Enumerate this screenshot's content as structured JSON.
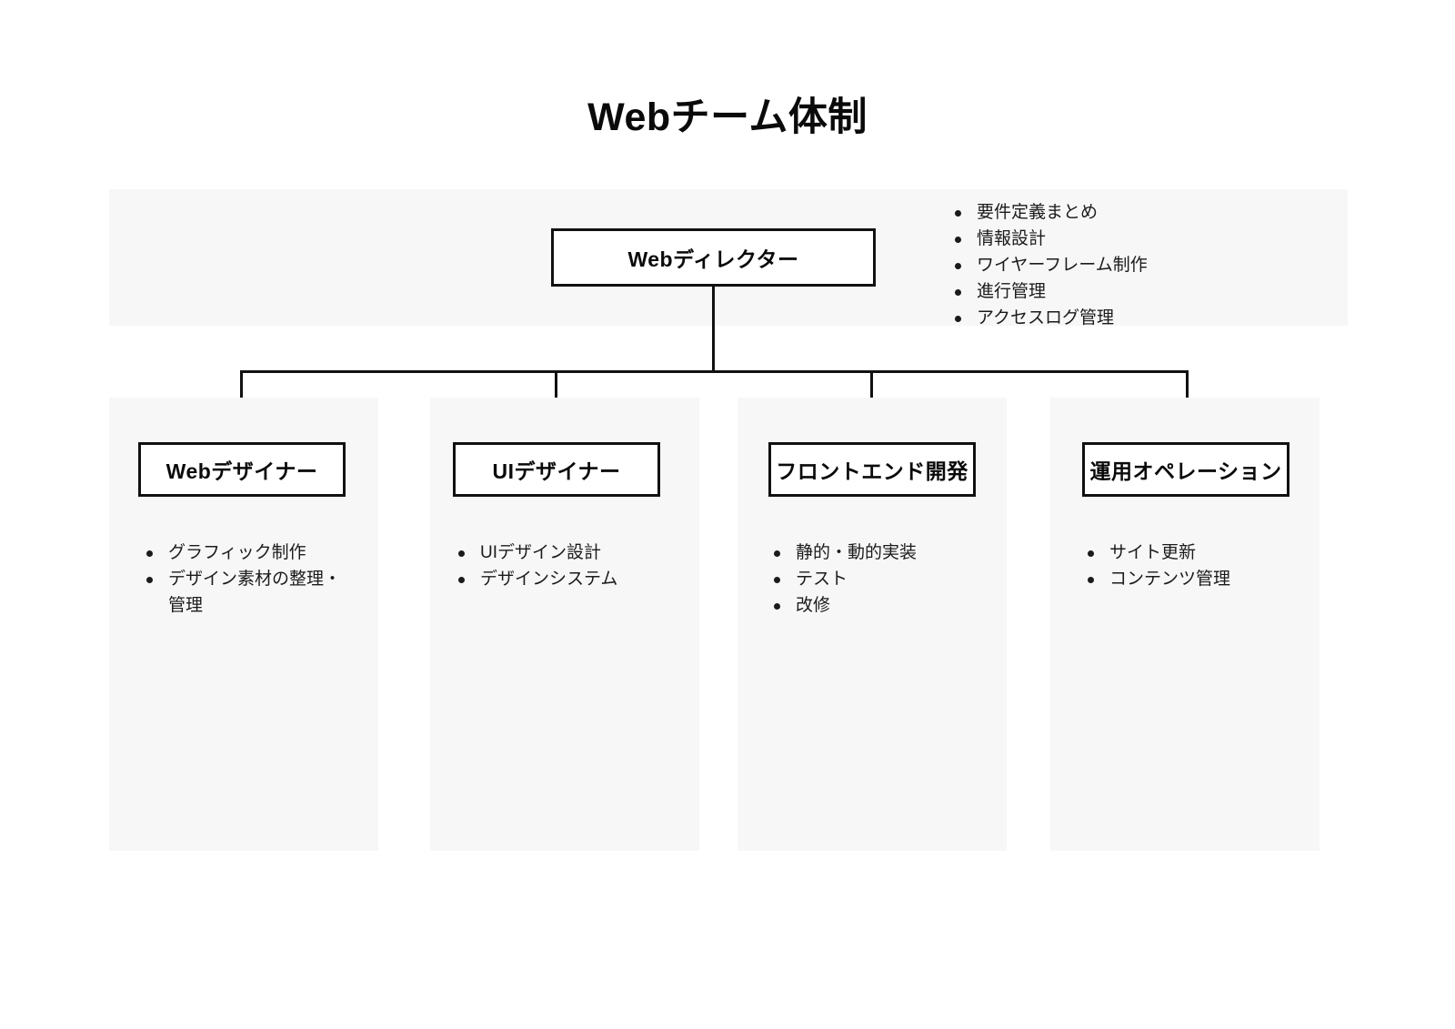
{
  "title": "Webチーム体制",
  "colors": {
    "panel_background": "#f7f7f7",
    "page_background": "#ffffff",
    "box_border": "#111111",
    "text": "#0f0f0f"
  },
  "root": {
    "label": "Webディレクター",
    "responsibilities": [
      "要件定義まとめ",
      "情報設計",
      "ワイヤーフレーム制作",
      "進行管理",
      "アクセスログ管理"
    ]
  },
  "children": [
    {
      "label": "Webデザイナー",
      "responsibilities": [
        "グラフィック制作",
        "デザイン素材の整理・管理"
      ]
    },
    {
      "label": "UIデザイナー",
      "responsibilities": [
        "UIデザイン設計",
        "デザインシステム"
      ]
    },
    {
      "label": "フロントエンド開発",
      "responsibilities": [
        "静的・動的実装",
        "テスト",
        "改修"
      ]
    },
    {
      "label": "運用オペレーション",
      "responsibilities": [
        "サイト更新",
        "コンテンツ管理"
      ]
    }
  ]
}
